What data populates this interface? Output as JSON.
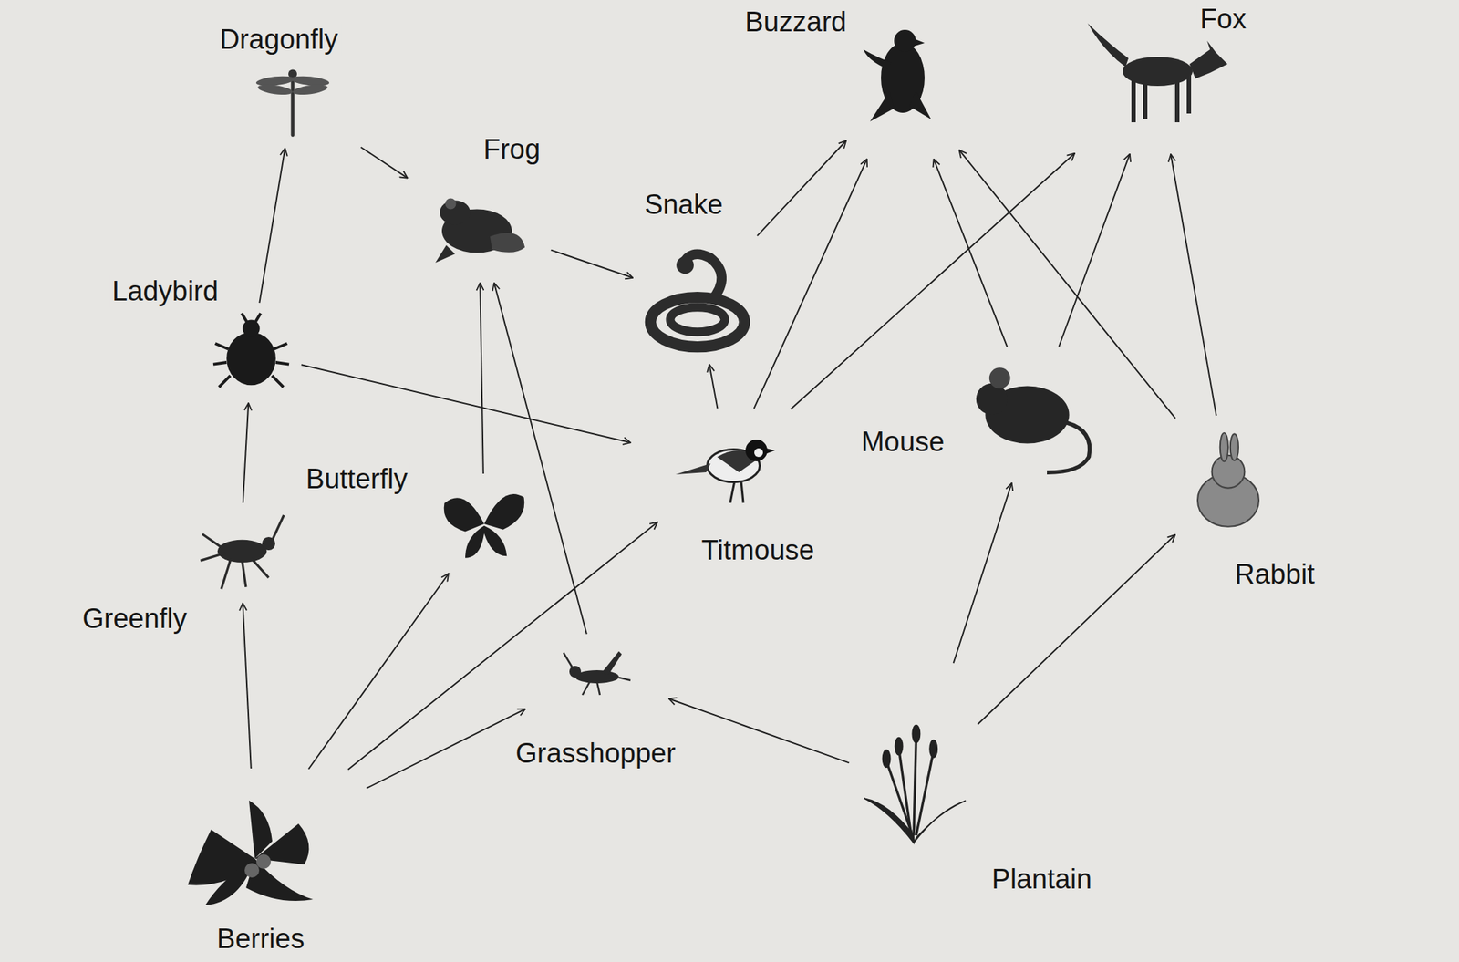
{
  "diagram": {
    "nodes": [
      {
        "text": [
          "Dragonfly"
        ]
      },
      {
        "text": [
          "Buzzard"
        ]
      },
      {
        "text": [
          "Fox"
        ]
      },
      {
        "text": [
          "Frog"
        ]
      },
      {
        "text": [
          "Snake"
        ]
      },
      {
        "text": [
          "Ladybird"
        ]
      },
      {
        "text": [
          "Butterfly"
        ]
      },
      {
        "text": [
          "Mouse"
        ]
      },
      {
        "text": [
          "Titmouse"
        ]
      },
      {
        "text": [
          "Rabbit"
        ]
      },
      {
        "text": [
          "Greenfly"
        ]
      },
      {
        "text": [
          "Grasshopper"
        ]
      },
      {
        "text": [
          "Plantain"
        ]
      },
      {
        "text": [
          "Berries"
        ]
      }
    ],
    "edges": [
      {
        "from": 13,
        "to": 10,
        "arrow": "to"
      },
      {
        "from": 13,
        "to": 6,
        "arrow": "to"
      },
      {
        "from": 13,
        "to": 8,
        "arrow": "to"
      },
      {
        "from": 13,
        "to": 11,
        "arrow": "to"
      },
      {
        "from": 12,
        "to": 11,
        "arrow": "to"
      },
      {
        "from": 12,
        "to": 7,
        "arrow": "to"
      },
      {
        "from": 12,
        "to": 9,
        "arrow": "to"
      },
      {
        "from": 10,
        "to": 5,
        "arrow": "to"
      },
      {
        "from": 5,
        "to": 0,
        "arrow": "to"
      },
      {
        "from": 5,
        "to": 8,
        "arrow": "to"
      },
      {
        "from": 0,
        "to": 3,
        "arrow": "to"
      },
      {
        "from": 6,
        "to": 3,
        "arrow": "to"
      },
      {
        "from": 11,
        "to": 3,
        "arrow": "to"
      },
      {
        "from": 3,
        "to": 4,
        "arrow": "to"
      },
      {
        "from": 8,
        "to": 4,
        "arrow": "to"
      },
      {
        "from": 4,
        "to": 1,
        "arrow": "to"
      },
      {
        "from": 8,
        "to": 1,
        "arrow": "to"
      },
      {
        "from": 8,
        "to": 2,
        "arrow": "to"
      },
      {
        "from": 7,
        "to": 1,
        "arrow": "to"
      },
      {
        "from": 7,
        "to": 2,
        "arrow": "to"
      },
      {
        "from": 9,
        "to": 1,
        "arrow": "to"
      },
      {
        "from": 9,
        "to": 2,
        "arrow": "to"
      }
    ]
  }
}
